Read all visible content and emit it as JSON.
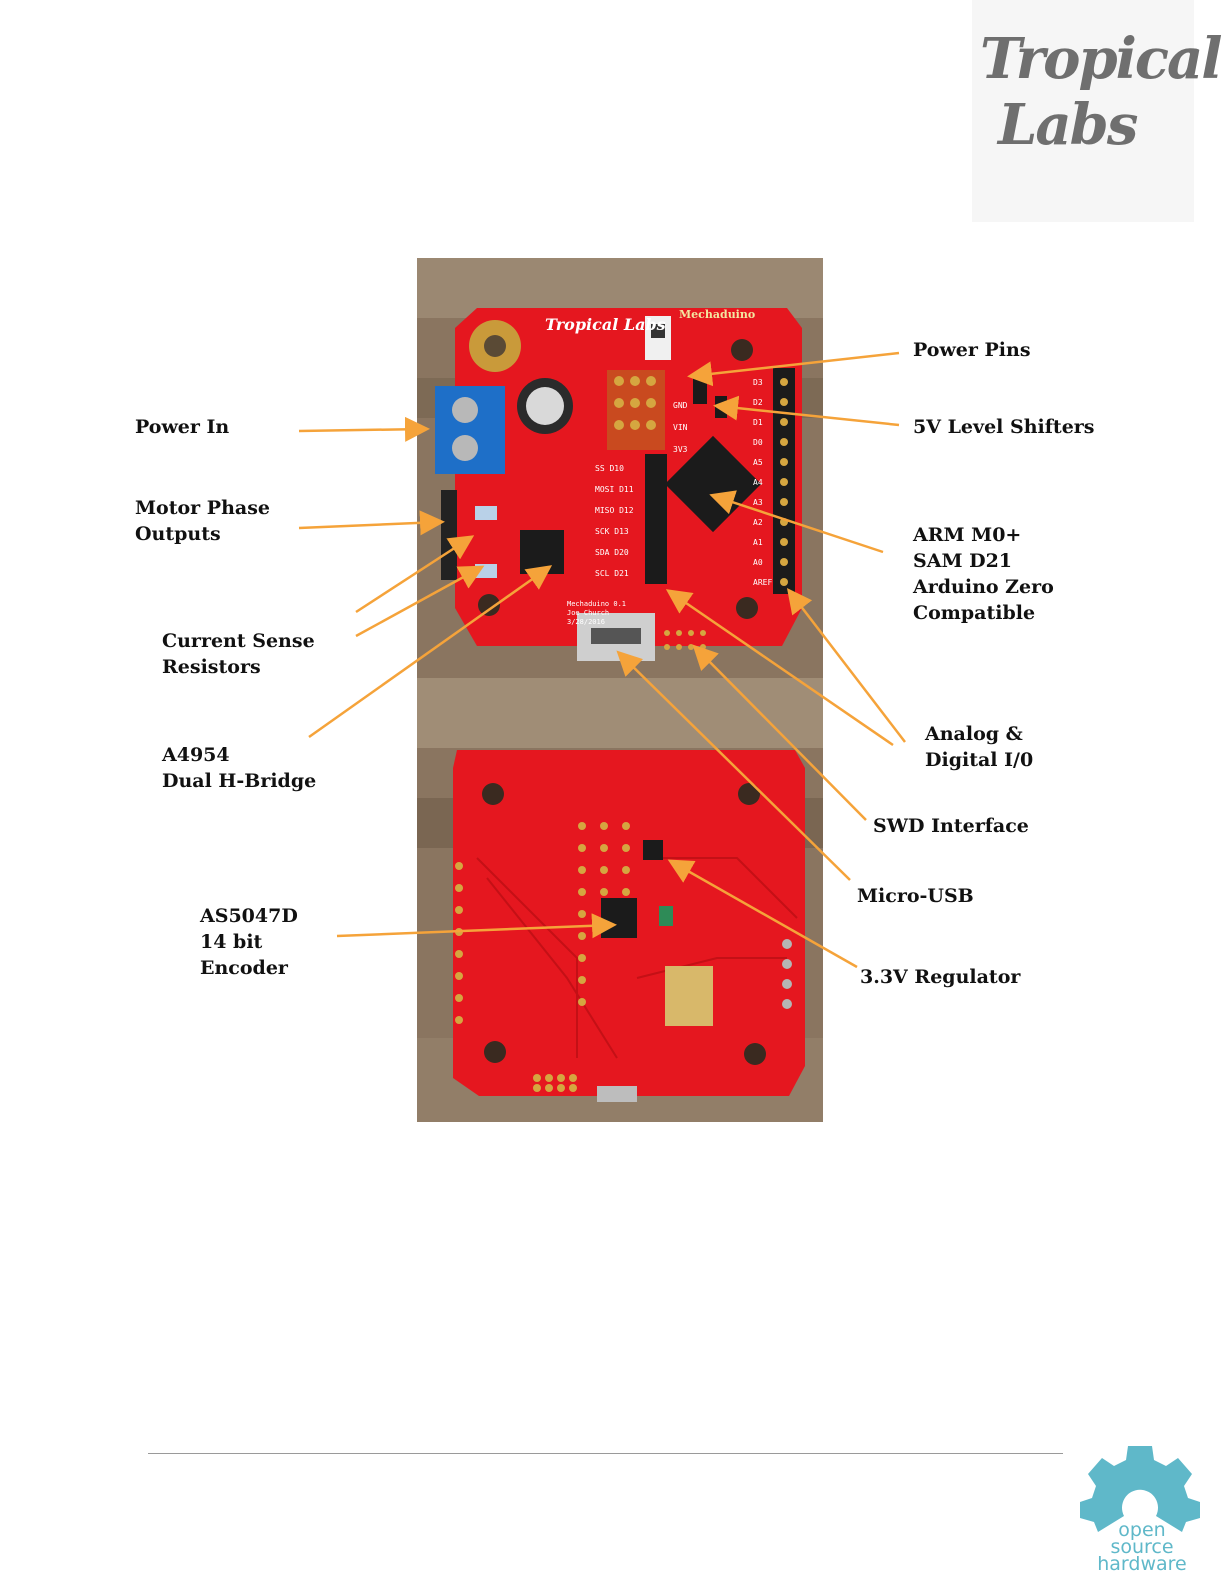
{
  "logo": {
    "line1": "Tropical",
    "line2": "Labs"
  },
  "board_silkscreen": {
    "brand": "Tropical Labs",
    "product": "Mechaduino",
    "pins_right": [
      "D3",
      "D2",
      "D1",
      "D0",
      "A5",
      "A4",
      "A3",
      "A2",
      "A1",
      "A0",
      "AREF"
    ],
    "pins_mid": [
      "SS D10",
      "MOSI D11",
      "MISO D12",
      "SCK D13",
      "SDA D20",
      "SCL D21"
    ],
    "pins_power": [
      "GND",
      "VIN",
      "3V3"
    ],
    "version": "Mechaduino 0.1",
    "author": "Joe Church",
    "date": "3/28/2016"
  },
  "labels": {
    "power_in": "Power In",
    "motor_phase": "Motor Phase\nOutputs",
    "current_sense": "Current Sense\nResistors",
    "a4954": "A4954\nDual H-Bridge",
    "as5047d": "AS5047D\n14 bit\nEncoder",
    "power_pins": "Power Pins",
    "level_shifters": "5V Level Shifters",
    "arm": "ARM M0+\nSAM D21\nArduino Zero\nCompatible",
    "analog_digital": "Analog &\nDigital I/0",
    "swd": "SWD Interface",
    "micro_usb": "Micro-USB",
    "regulator": "3.3V Regulator"
  },
  "footer": {
    "osh_line1": "open source",
    "osh_line2": "hardware"
  },
  "colors": {
    "arrow": "#f5a33a",
    "pcb": "#e5171f",
    "osh": "#5fb8c9",
    "logo": "#6f6f6f"
  }
}
